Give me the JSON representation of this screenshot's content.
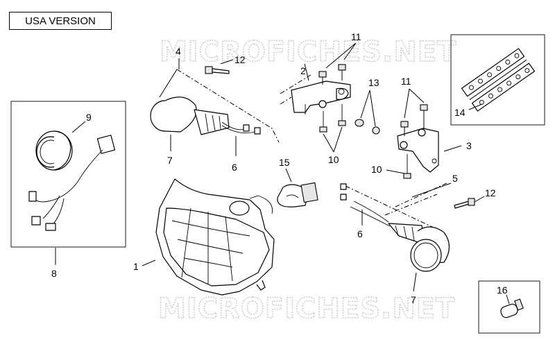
{
  "version_label": "USA VERSION",
  "watermark": "MICROFICHES.NET",
  "callouts": {
    "c1": "1",
    "c2": "2",
    "c3": "3",
    "c4": "4",
    "c5": "5",
    "c6a": "6",
    "c6b": "6",
    "c7a": "7",
    "c7b": "7",
    "c8": "8",
    "c9": "9",
    "c10a": "10",
    "c10b": "10",
    "c11a": "11",
    "c11b": "11",
    "c12a": "12",
    "c12b": "12",
    "c13": "13",
    "c14": "14",
    "c15": "15",
    "c16": "16"
  }
}
